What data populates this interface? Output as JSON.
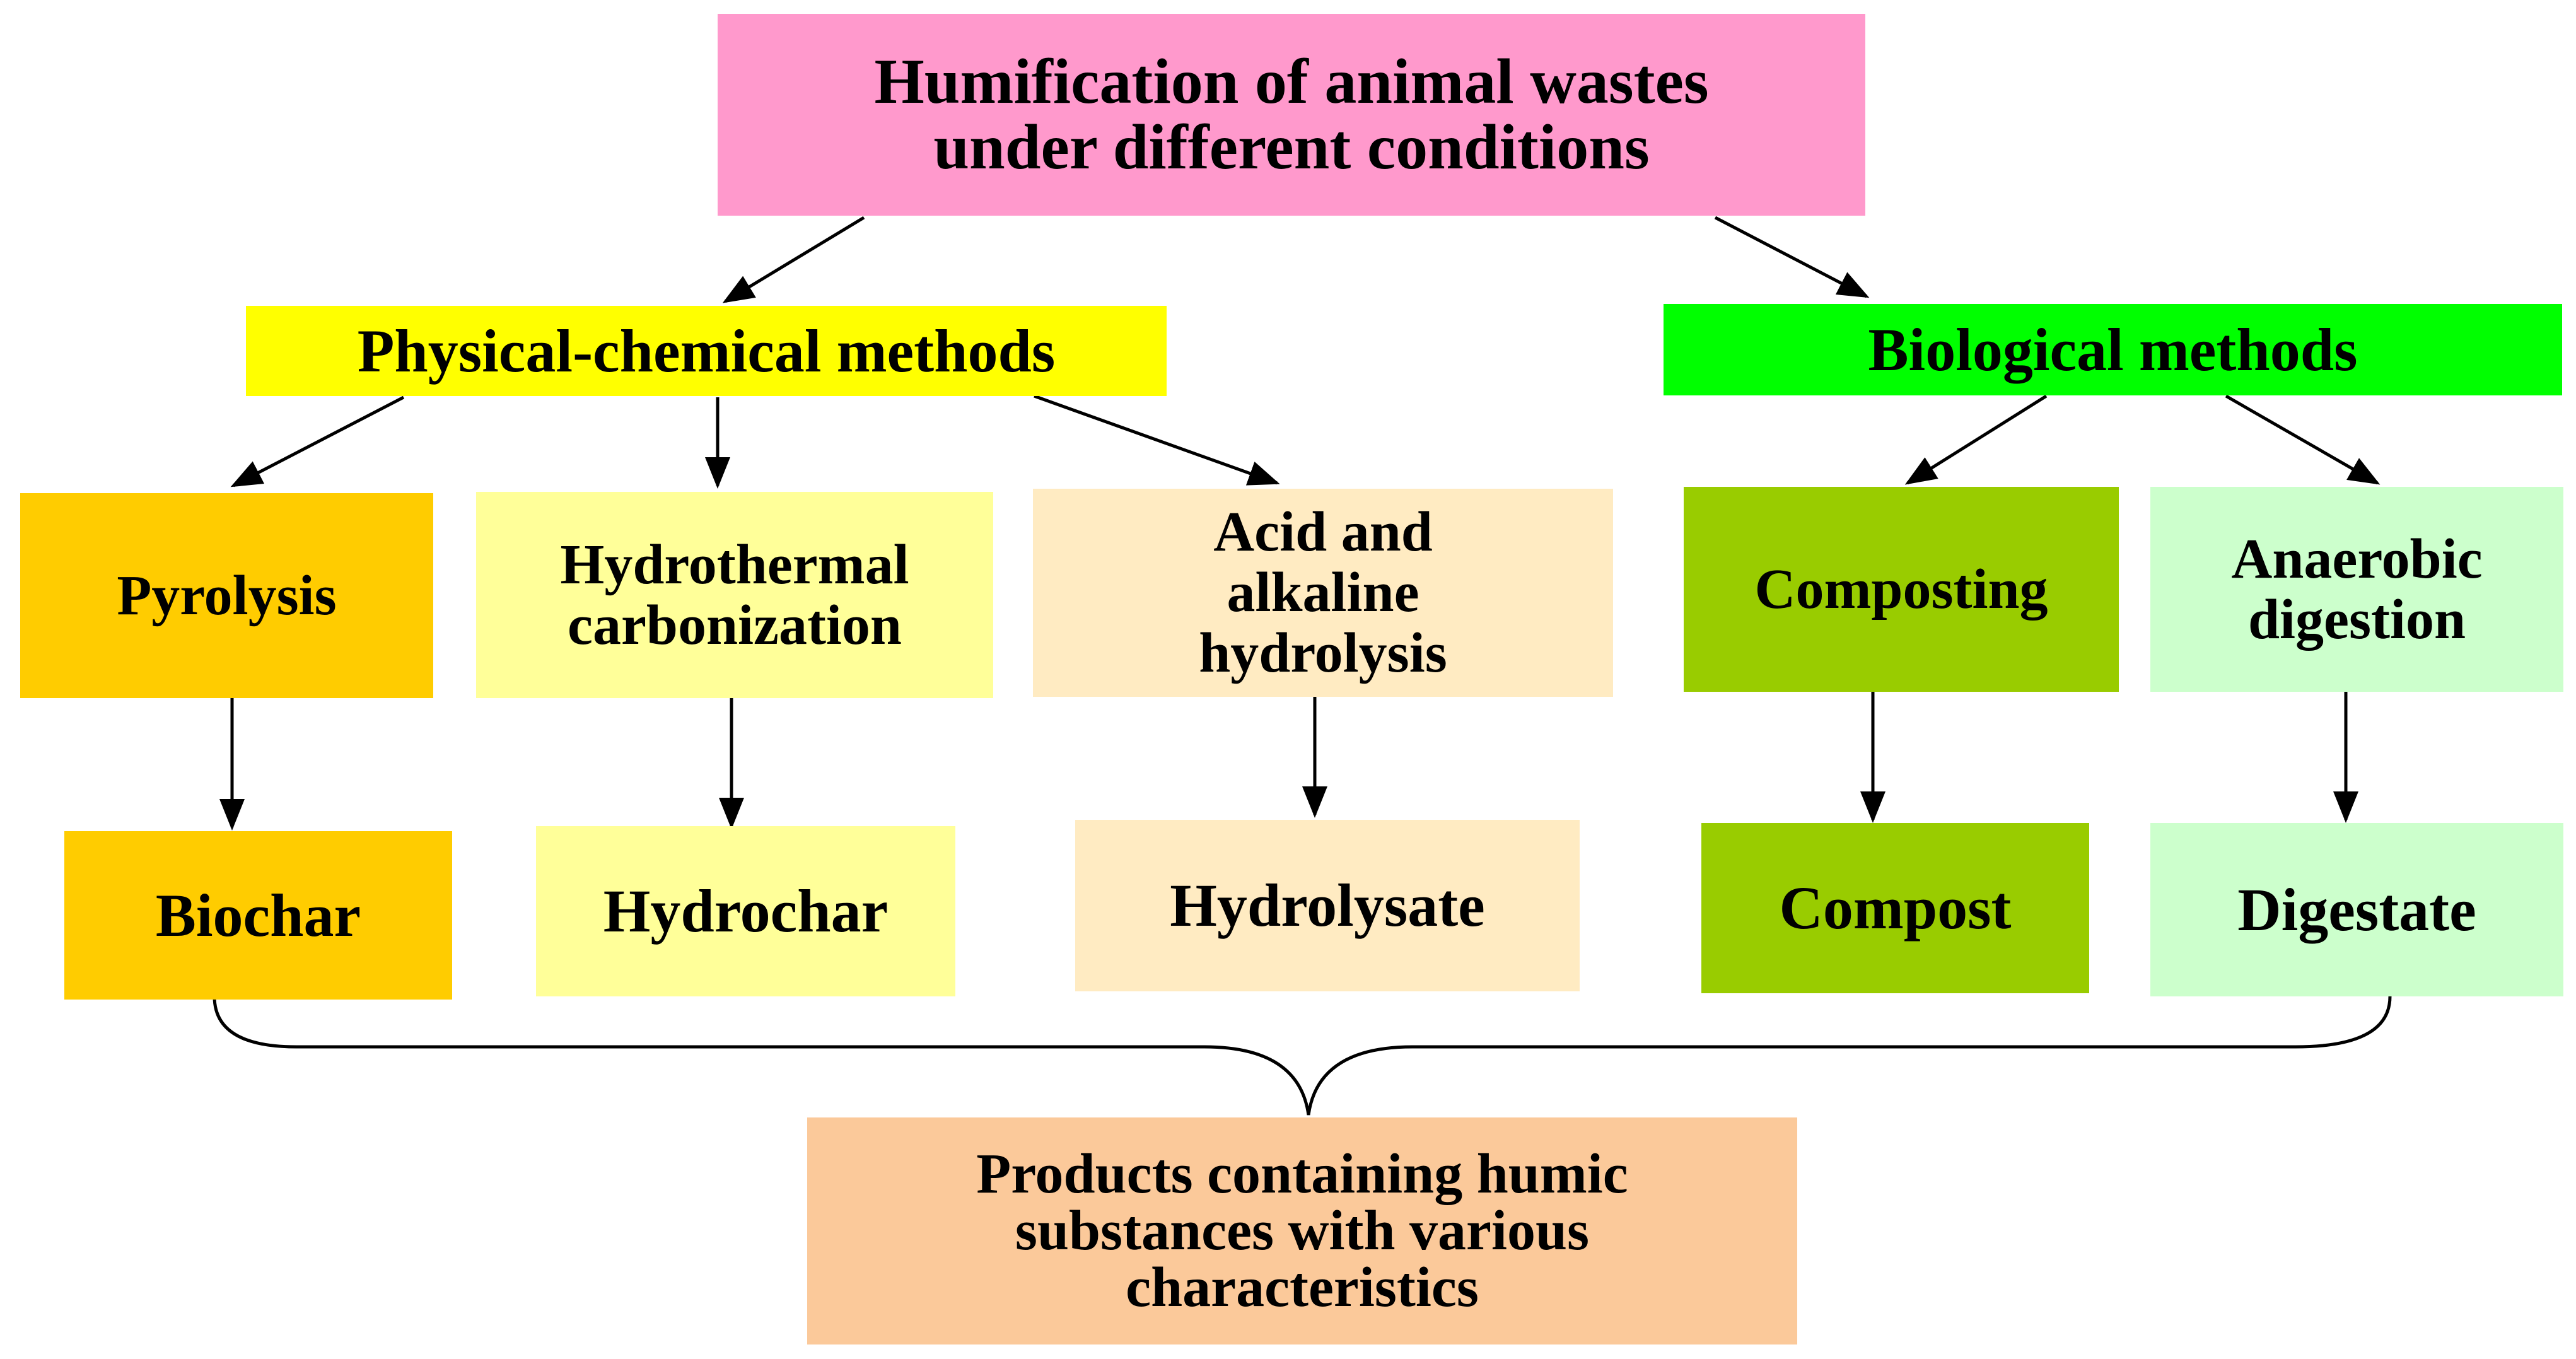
{
  "title": {
    "line1": "Humification of animal wastes",
    "line2": "under different conditions"
  },
  "categories": {
    "physical_chemical": {
      "label": "Physical-chemical methods"
    },
    "biological": {
      "label": "Biological methods"
    }
  },
  "methods": {
    "pyrolysis": {
      "label": "Pyrolysis"
    },
    "hydrothermal": {
      "line1": "Hydrothermal",
      "line2": "carbonization"
    },
    "acid_alkaline": {
      "line1": "Acid and",
      "line2": "alkaline",
      "line3": "hydrolysis"
    },
    "composting": {
      "label": "Composting"
    },
    "anaerobic": {
      "line1": "Anaerobic",
      "line2": "digestion"
    }
  },
  "products": {
    "biochar": {
      "label": "Biochar"
    },
    "hydrochar": {
      "label": "Hydrochar"
    },
    "hydrolysate": {
      "label": "Hydrolysate"
    },
    "compost": {
      "label": "Compost"
    },
    "digestate": {
      "label": "Digestate"
    }
  },
  "final": {
    "line1": "Products containing humic",
    "line2": "substances with various",
    "line3": "characteristics"
  },
  "colors": {
    "title_bg": "#FF99CC",
    "physical_chemical_bg": "#FFFF00",
    "biological_bg": "#00FF00",
    "pyrolysis_bg": "#FFCC00",
    "hydrothermal_bg": "#FFFF99",
    "acid_alkaline_bg": "#FFEBC2",
    "composting_bg": "#99CC00",
    "anaerobic_bg": "#CCFFCC",
    "final_bg": "#FBC99A",
    "arrow": "#000000"
  }
}
